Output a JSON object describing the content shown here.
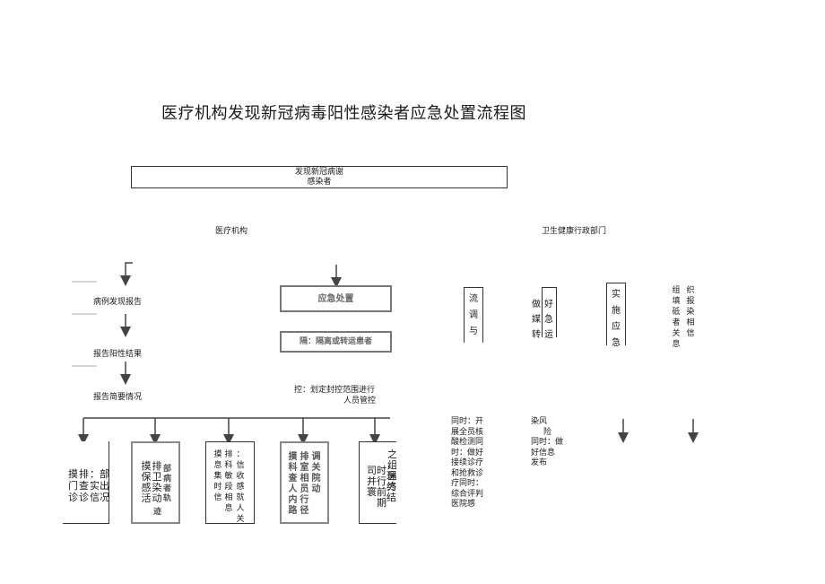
{
  "title": "医疗机构发现新冠病毒阳性感染者应急处置流程图",
  "top_box": {
    "line1": "发现新冠病谢",
    "line2": "感染者"
  },
  "left_branch": {
    "heading": "医疗机构",
    "step1": "病例发现报告",
    "step2": "报告阳性结果",
    "step3": "报告简要情况",
    "bottom_boxes": [
      {
        "col1": "摸门诊",
        "col2": "排查诊",
        "col3": "：实信",
        "col4": "部出况"
      },
      {
        "col1": "摸保感活",
        "col2": "排卫染动",
        "col3": "部病者轨",
        "col4": "迹"
      },
      {
        "col1": "摸息集时信",
        "col2": "排科敏段相息",
        "col3": "：信收感就人关员"
      },
      {
        "col1": "摸科查人内路",
        "col2": "排室相员行径",
        "col3": "调关院动"
      },
      {
        "col1": "司并寰",
        "col2": "时行前期",
        "col3": "，理终结",
        "col4": "之组另方"
      }
    ]
  },
  "middle_branch": {
    "box1": "应急处置",
    "box2": "隔：隔离或转运患者",
    "text_line1": "控：划定封控范围进行",
    "text_line2": "人员管控"
  },
  "right_branch": {
    "heading": "卫生健康行政部门",
    "col1": "流调与",
    "col2a": "做媒转",
    "col2b": "好急运",
    "col3": "实施应急",
    "col4a": "组填砥者关息",
    "col4b": "织报染相信",
    "para1": "同时：开展全员核酸检测同时：做好接续诊疗和抢救诊疗同时：综合评判医院感",
    "para2_line1": "染风",
    "para2_line2": "险",
    "para2_line3": "同时：做",
    "para2_line4": "好信息",
    "para2_line5": "发布"
  }
}
